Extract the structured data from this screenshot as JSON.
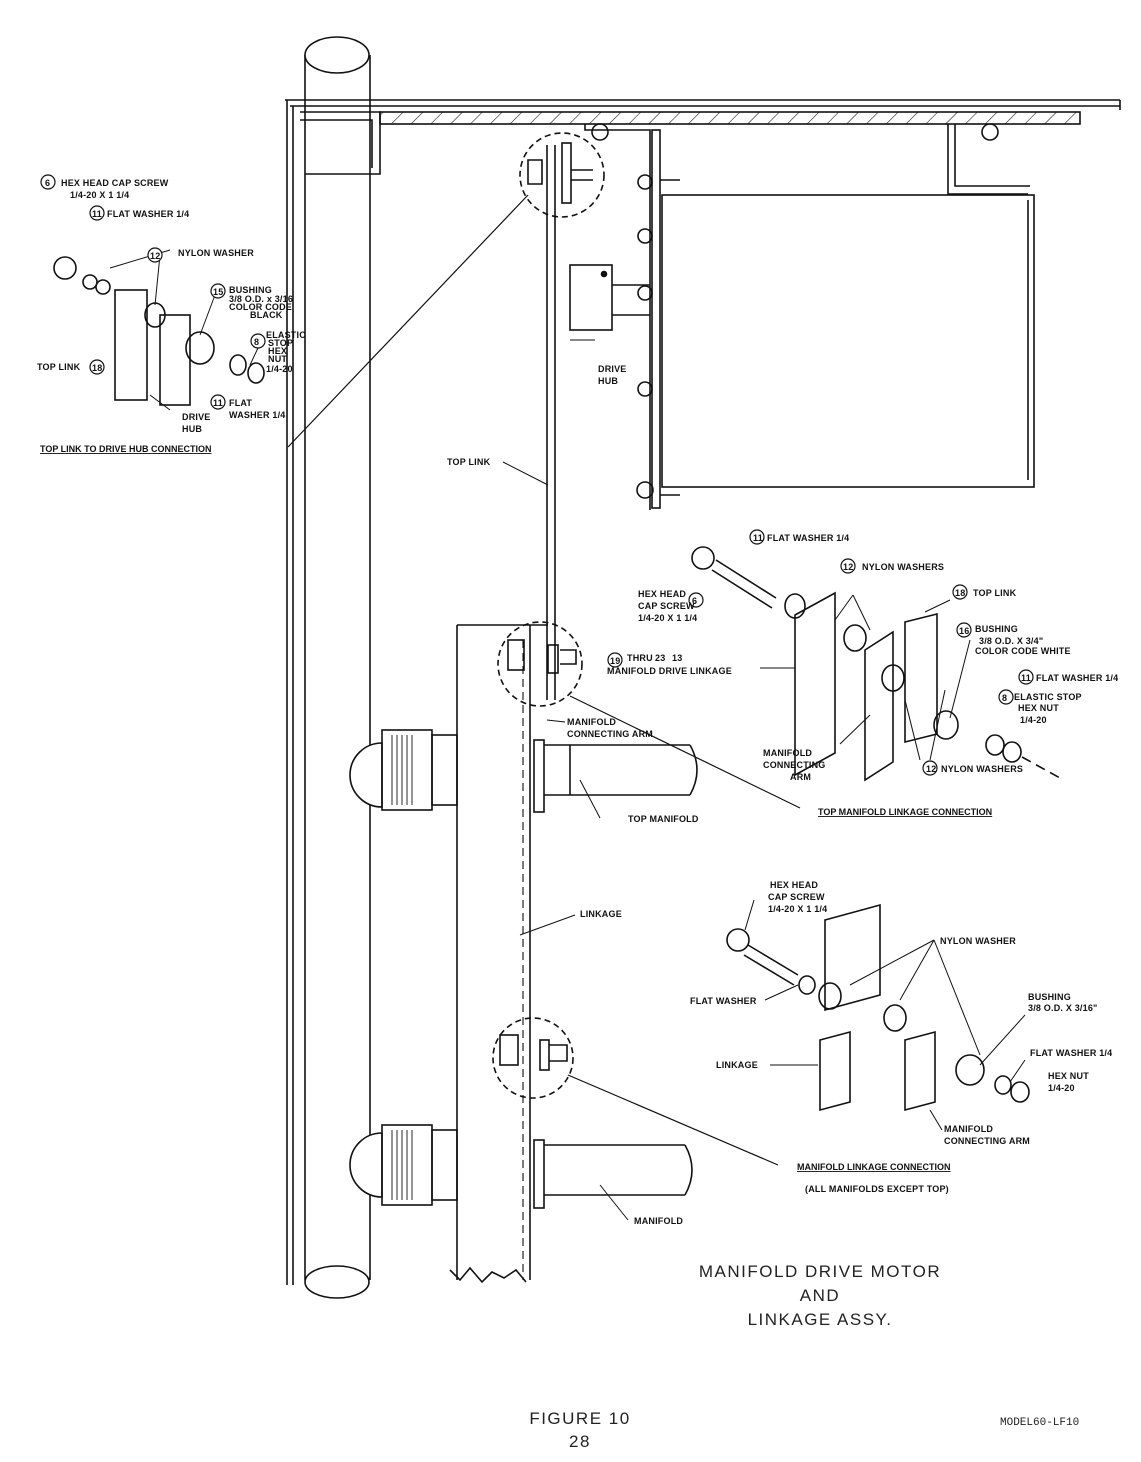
{
  "title": {
    "line1": "MANIFOLD DRIVE MOTOR",
    "line2": "AND",
    "line3": "LINKAGE ASSY."
  },
  "figure": {
    "label": "FIGURE 10",
    "page": "28"
  },
  "drawing_code": "MODEL60-LF10",
  "callouts": {
    "drive_hub": [
      "DRIVE",
      "HUB"
    ],
    "top_link": "TOP LINK",
    "manifold_connecting_arm": [
      "MANIFOLD",
      "CONNECTING ARM"
    ],
    "top_manifold": "TOP MANIFOLD",
    "linkage": "LINKAGE",
    "manifold": "MANIFOLD"
  },
  "detail_top_link": {
    "caption": "TOP LINK TO DRIVE HUB CONNECTION",
    "items": [
      {
        "num": "6",
        "text": [
          "HEX HEAD CAP SCREW",
          "1/4-20 X 1 1/4"
        ]
      },
      {
        "num": "11",
        "text": [
          "FLAT WASHER 1/4"
        ]
      },
      {
        "num": "12",
        "text": [
          "NYLON WASHER"
        ]
      },
      {
        "num": "15",
        "text": [
          "BUSHING",
          "3/8 O.D. x 3/16",
          "COLOR CODE",
          "BLACK"
        ]
      },
      {
        "num": "8",
        "text": [
          "ELASTIC",
          "STOP",
          "HEX",
          "NUT",
          "1/4-20"
        ]
      },
      {
        "num": "11",
        "text": [
          "FLAT",
          "WASHER 1/4"
        ]
      },
      {
        "num": "18",
        "text": [
          "TOP LINK"
        ]
      }
    ],
    "part_labels": [
      "DRIVE",
      "HUB"
    ]
  },
  "detail_top_manifold": {
    "caption": "TOP MANIFOLD LINKAGE CONNECTION",
    "items": [
      {
        "num": "11",
        "text": [
          "FLAT WASHER 1/4"
        ]
      },
      {
        "num": "12",
        "text": [
          "NYLON WASHERS"
        ]
      },
      {
        "num": "6",
        "text": [
          "HEX HEAD",
          "CAP SCREW",
          "1/4-20 X 1 1/4"
        ]
      },
      {
        "num": "18",
        "text": [
          "TOP LINK"
        ]
      },
      {
        "num": "16",
        "text": [
          "BUSHING",
          "3/8 O.D. X 3/4\"",
          "COLOR CODE WHITE"
        ]
      },
      {
        "num": "19",
        "text": [
          "THRU",
          "MANIFOLD DRIVE LINKAGE"
        ]
      },
      {
        "num": "11",
        "text": [
          "FLAT WASHER 1/4"
        ]
      },
      {
        "num": "8",
        "text": [
          "ELASTIC STOP",
          "HEX NUT",
          "1/4-20"
        ]
      },
      {
        "num": "12",
        "text": [
          "NYLON WASHERS"
        ]
      }
    ],
    "range_nums": [
      "23",
      "13"
    ],
    "part_labels": [
      "MANIFOLD",
      "CONNECTING",
      "ARM"
    ]
  },
  "detail_manifold": {
    "caption": "MANIFOLD LINKAGE CONNECTION",
    "subcaption": "(ALL MANIFOLDS EXCEPT TOP)",
    "labels": {
      "screw": [
        "HEX HEAD",
        "CAP SCREW",
        "1/4-20 X 1 1/4"
      ],
      "nylon": "NYLON WASHER",
      "flat_left": "FLAT WASHER",
      "bushing": [
        "BUSHING",
        "3/8 O.D. X 3/16\""
      ],
      "linkage": "LINKAGE",
      "flat_right": "FLAT WASHER 1/4",
      "nut": [
        "HEX NUT",
        "1/4-20"
      ],
      "arm": [
        "MANIFOLD",
        "CONNECTING ARM"
      ]
    }
  }
}
